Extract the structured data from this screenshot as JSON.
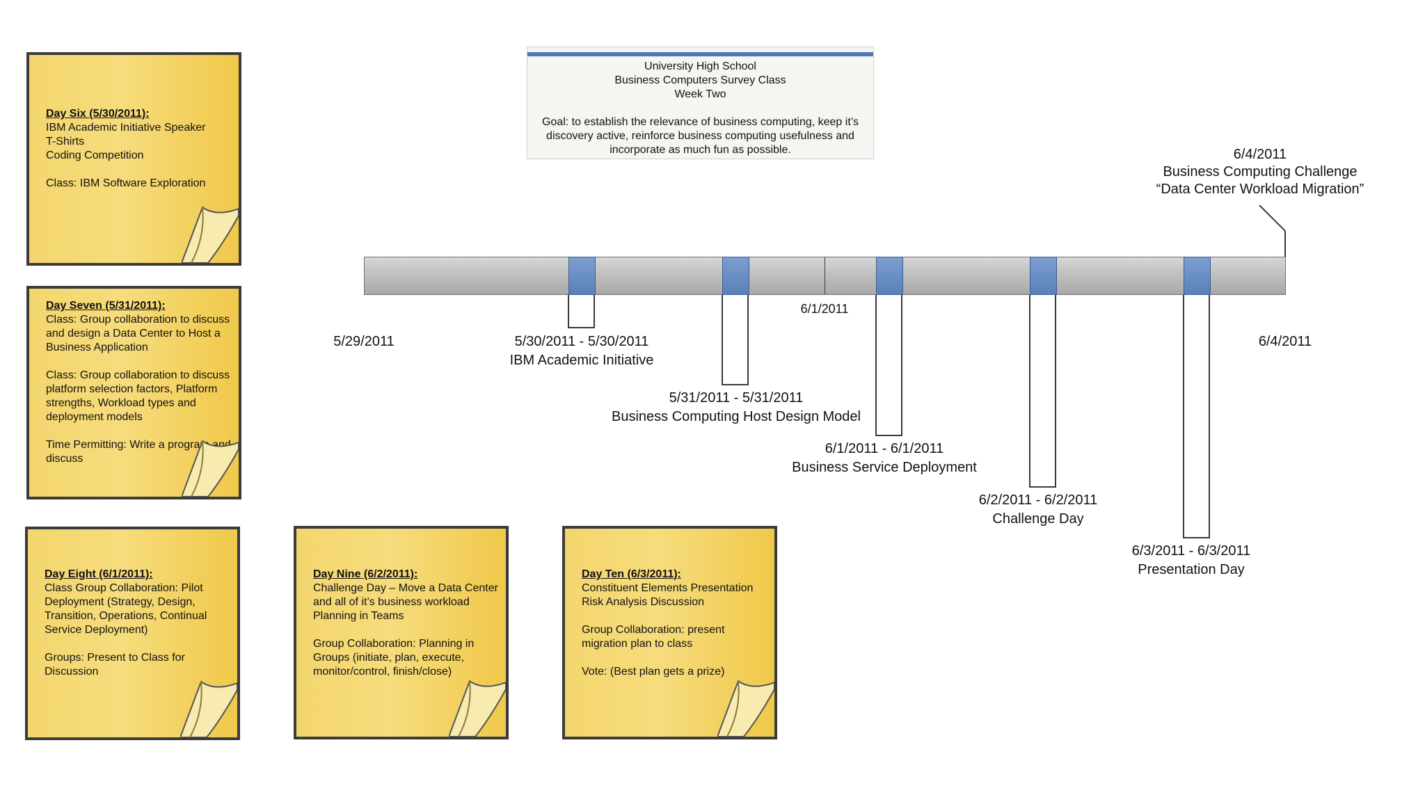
{
  "header": {
    "lines": [
      "University High School",
      "Business Computers Survey Class",
      "Week Two",
      "",
      "Goal: to establish the relevance of business computing, keep it’s",
      "discovery active, reinforce business computing usefulness and",
      "incorporate as much fun as possible."
    ]
  },
  "notes": [
    {
      "title": "Day Six (5/30/2011):",
      "lines": [
        "IBM Academic Initiative Speaker",
        "T-Shirts",
        "Coding Competition",
        "",
        "Class: IBM Software Exploration"
      ]
    },
    {
      "title": "Day Seven (5/31/2011):",
      "lines": [
        "Class: Group collaboration to discuss",
        "and design a Data Center to Host a",
        "Business Application",
        "",
        "Class: Group collaboration to discuss",
        "platform selection factors, Platform",
        "strengths, Workload types and",
        "deployment models",
        "",
        "Time Permitting: Write a program and",
        "discuss"
      ]
    },
    {
      "title": "Day Eight (6/1/2011):",
      "lines": [
        "Class Group Collaboration: Pilot",
        "Deployment (Strategy, Design,",
        "Transition, Operations, Continual",
        "Service Deployment)",
        "",
        "Groups: Present to Class for",
        "Discussion"
      ]
    },
    {
      "title": "Day Nine (6/2/2011):",
      "lines": [
        "Challenge Day – Move a Data Center",
        "and all of it’s business workload",
        "Planning in Teams",
        "",
        "Group Collaboration: Planning in",
        "Groups (initiate, plan, execute,",
        "monitor/control, finish/close)"
      ]
    },
    {
      "title": "Day Ten (6/3/2011):",
      "lines": [
        "Constituent Elements Presentation",
        "Risk Analysis Discussion",
        "",
        "Group Collaboration: present",
        "migration plan to class",
        "",
        "Vote: (Best plan gets a prize)"
      ]
    }
  ],
  "timeline": {
    "start_label": "5/29/2011",
    "end_label": "6/4/2011",
    "mid_label": "6/1/2011",
    "milestones": [
      {
        "range": "5/30/2011 - 5/30/2011",
        "name": "IBM Academic Initiative"
      },
      {
        "range": "5/31/2011 - 5/31/2011",
        "name": "Business Computing Host Design Model"
      },
      {
        "range": "6/1/2011 - 6/1/2011",
        "name": "Business Service Deployment"
      },
      {
        "range": "6/2/2011 - 6/2/2011",
        "name": "Challenge Day"
      },
      {
        "range": "6/3/2011 - 6/3/2011",
        "name": "Presentation Day"
      }
    ],
    "callout": {
      "date": "6/4/2011",
      "title": "Business Computing Challenge",
      "subtitle": "“Data Center Workload Migration”"
    }
  },
  "colors": {
    "note_fill": "#f4d66e",
    "milestone_blue": "#5a80b8",
    "bar_gray": "#c3c3c3"
  }
}
